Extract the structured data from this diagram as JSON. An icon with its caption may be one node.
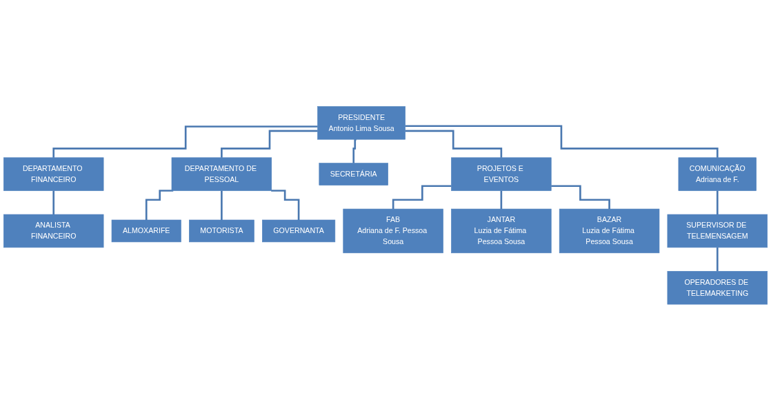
{
  "diagram": {
    "nodes": [
      {
        "text": [
          "PRESIDENTE",
          "Antonio Lima Sousa"
        ]
      },
      {
        "text": [
          "DEPARTAMENTO FINANCEIRO"
        ]
      },
      {
        "text": [
          "DEPARTAMENTO DE PESSOAL"
        ]
      },
      {
        "text": [
          "SECRETÁRIA"
        ]
      },
      {
        "text": [
          "PROJETOS E EVENTOS"
        ]
      },
      {
        "text": [
          "COMUNICAÇÃO",
          "Adriana de F."
        ]
      },
      {
        "text": [
          "ANALISTA FINANCEIRO"
        ]
      },
      {
        "text": [
          "ALMOXARIFE"
        ]
      },
      {
        "text": [
          "MOTORISTA"
        ]
      },
      {
        "text": [
          "GOVERNANTA"
        ]
      },
      {
        "text": [
          "FAB",
          "Adriana de F. Pessoa Sousa"
        ]
      },
      {
        "text": [
          "JANTAR",
          "Luzia de Fátima Pessoa Sousa"
        ]
      },
      {
        "text": [
          "BAZAR",
          "Luzia de Fátima Pessoa Sousa"
        ]
      },
      {
        "text": [
          "SUPERVISOR DE TELEMENSAGEM"
        ]
      },
      {
        "text": [
          "OPERADORES DE TELEMARKETING"
        ]
      }
    ],
    "edges": [
      {
        "from": 0,
        "to": 1,
        "arrow": "none"
      },
      {
        "from": 0,
        "to": 2,
        "arrow": "none"
      },
      {
        "from": 0,
        "to": 3,
        "arrow": "none"
      },
      {
        "from": 0,
        "to": 4,
        "arrow": "none"
      },
      {
        "from": 0,
        "to": 5,
        "arrow": "none"
      },
      {
        "from": 1,
        "to": 6,
        "arrow": "none"
      },
      {
        "from": 2,
        "to": 7,
        "arrow": "none"
      },
      {
        "from": 2,
        "to": 8,
        "arrow": "none"
      },
      {
        "from": 2,
        "to": 9,
        "arrow": "none"
      },
      {
        "from": 4,
        "to": 10,
        "arrow": "none"
      },
      {
        "from": 4,
        "to": 11,
        "arrow": "none"
      },
      {
        "from": 4,
        "to": 12,
        "arrow": "none"
      },
      {
        "from": 5,
        "to": 13,
        "arrow": "none"
      },
      {
        "from": 13,
        "to": 14,
        "arrow": "none"
      }
    ]
  }
}
